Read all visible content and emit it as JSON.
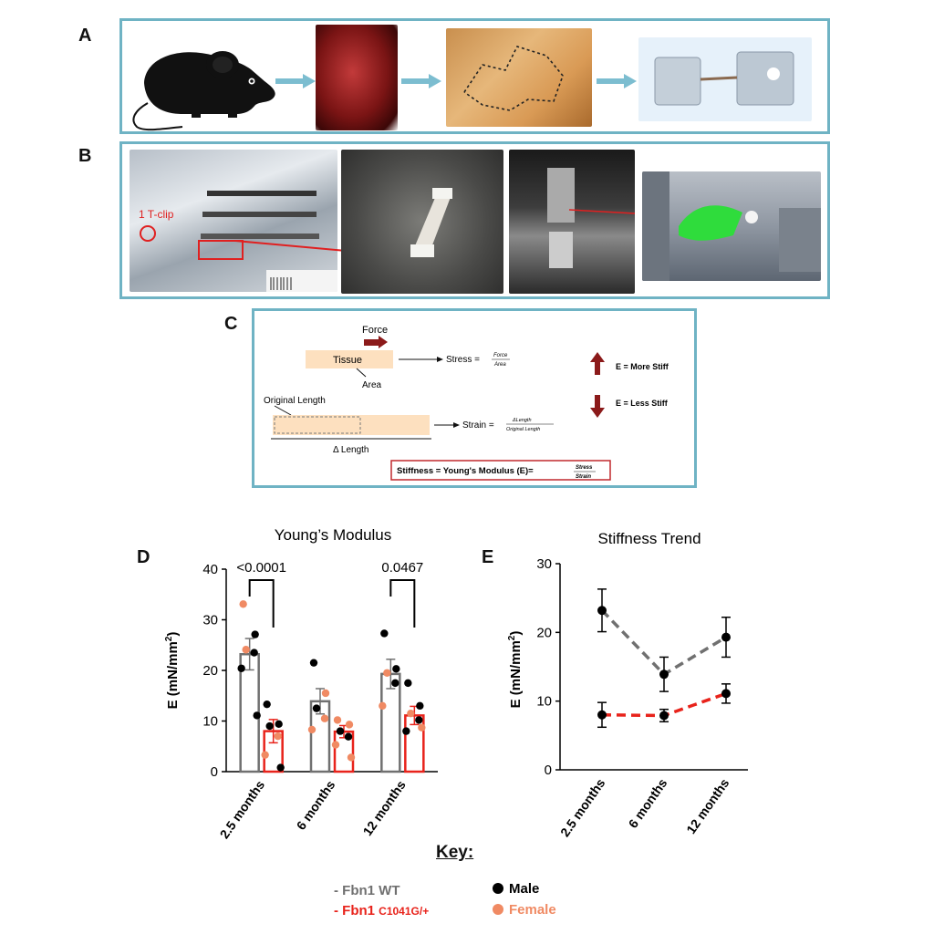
{
  "panels": {
    "a_label": "A",
    "b_label": "B",
    "c_label": "C",
    "d_label": "D",
    "e_label": "E"
  },
  "panel_b": {
    "tclip_label": "1 T-clip"
  },
  "panel_c": {
    "force": "Force",
    "tissue": "Tissue",
    "area": "Area",
    "stress": "Stress =",
    "stress_num": "Force",
    "stress_den": "Area",
    "original_length": "Original Length",
    "delta_length": "Δ Length",
    "strain": "Strain =",
    "strain_num": "ΔLength",
    "strain_den": "Original Length",
    "more_stiff": "E = More Stiff",
    "less_stiff": "E = Less Stiff",
    "stiffness": "Stiffness = Young's Modulus (E)=",
    "stiffness_num": "Stress",
    "stiffness_den": "Strain",
    "colors": {
      "box": "#6fb3c4",
      "tissue": "#fde0bf",
      "arrow": "#8b1a1a",
      "formula_border": "#c0282d"
    }
  },
  "key": {
    "title": "Key:",
    "wt": "- Fbn1 WT",
    "mut": "- Fbn1",
    "mut_sup": "C1041G/+",
    "male": "Male",
    "female": "Female",
    "colors": {
      "wt": "#707070",
      "mut": "#e8231b",
      "male": "#000000",
      "female": "#f08a63"
    }
  },
  "chart_data": [
    {
      "type": "bar",
      "title": "Young’s Modulus",
      "ylabel": "E (mN/mm²)",
      "ylabel_main": "E (mN/mm",
      "ylabel_sup": "2",
      "ylabel_close": ")",
      "ylim": [
        0,
        40
      ],
      "yticks": [
        "0",
        "10",
        "20",
        "30",
        "40"
      ],
      "categories": [
        "2.5 months",
        "6 months",
        "12 months"
      ],
      "series": [
        {
          "name": "Fbn1 WT",
          "color": "#707070",
          "values": [
            23.2,
            13.9,
            19.3
          ],
          "sem": [
            3.1,
            2.5,
            2.9
          ],
          "points": [
            [
              {
                "v": 33.1,
                "s": "F"
              },
              {
                "v": 27.1,
                "s": "M"
              },
              {
                "v": 24.1,
                "s": "F"
              },
              {
                "v": 23.5,
                "s": "M"
              },
              {
                "v": 20.4,
                "s": "M"
              },
              {
                "v": 11.1,
                "s": "M"
              }
            ],
            [
              {
                "v": 21.5,
                "s": "M"
              },
              {
                "v": 15.5,
                "s": "F"
              },
              {
                "v": 12.5,
                "s": "M"
              },
              {
                "v": 10.5,
                "s": "F"
              },
              {
                "v": 8.3,
                "s": "F"
              }
            ],
            [
              {
                "v": 27.3,
                "s": "M"
              },
              {
                "v": 20.3,
                "s": "M"
              },
              {
                "v": 19.5,
                "s": "F"
              },
              {
                "v": 17.5,
                "s": "M"
              },
              {
                "v": 13.0,
                "s": "F"
              }
            ]
          ]
        },
        {
          "name": "Fbn1 C1041G/+",
          "color": "#e8231b",
          "values": [
            8.0,
            7.9,
            11.1
          ],
          "sem": [
            2.3,
            1.2,
            1.8
          ],
          "points": [
            [
              {
                "v": 13.3,
                "s": "M"
              },
              {
                "v": 9.4,
                "s": "M"
              },
              {
                "v": 9.0,
                "s": "M"
              },
              {
                "v": 7.0,
                "s": "F"
              },
              {
                "v": 3.3,
                "s": "F"
              },
              {
                "v": 0.8,
                "s": "M"
              }
            ],
            [
              {
                "v": 10.2,
                "s": "F"
              },
              {
                "v": 9.3,
                "s": "F"
              },
              {
                "v": 8.0,
                "s": "M"
              },
              {
                "v": 6.9,
                "s": "M"
              },
              {
                "v": 5.3,
                "s": "F"
              },
              {
                "v": 2.8,
                "s": "F"
              }
            ],
            [
              {
                "v": 17.5,
                "s": "M"
              },
              {
                "v": 13.0,
                "s": "M"
              },
              {
                "v": 11.5,
                "s": "F"
              },
              {
                "v": 10.2,
                "s": "M"
              },
              {
                "v": 8.0,
                "s": "M"
              },
              {
                "v": 8.7,
                "s": "F"
              }
            ]
          ]
        }
      ],
      "annotations": [
        {
          "text": "<0.0001",
          "group": 0
        },
        {
          "text": "0.0467",
          "group": 2
        }
      ]
    },
    {
      "type": "line",
      "title": "Stiffness Trend",
      "ylabel": "E (mN/mm²)",
      "ylabel_main": "E (mN/mm",
      "ylabel_sup": "2",
      "ylabel_close": ")",
      "ylim": [
        0,
        30
      ],
      "yticks": [
        "0",
        "10",
        "20",
        "30"
      ],
      "categories": [
        "2.5 months",
        "6 months",
        "12 months"
      ],
      "series": [
        {
          "name": "Fbn1 WT",
          "color": "#707070",
          "values": [
            23.2,
            13.9,
            19.3
          ],
          "err": [
            3.1,
            2.5,
            2.9
          ]
        },
        {
          "name": "Fbn1 C1041G/+",
          "color": "#e8231b",
          "values": [
            8.0,
            7.9,
            11.1
          ],
          "err": [
            1.8,
            0.9,
            1.4
          ]
        }
      ]
    }
  ]
}
